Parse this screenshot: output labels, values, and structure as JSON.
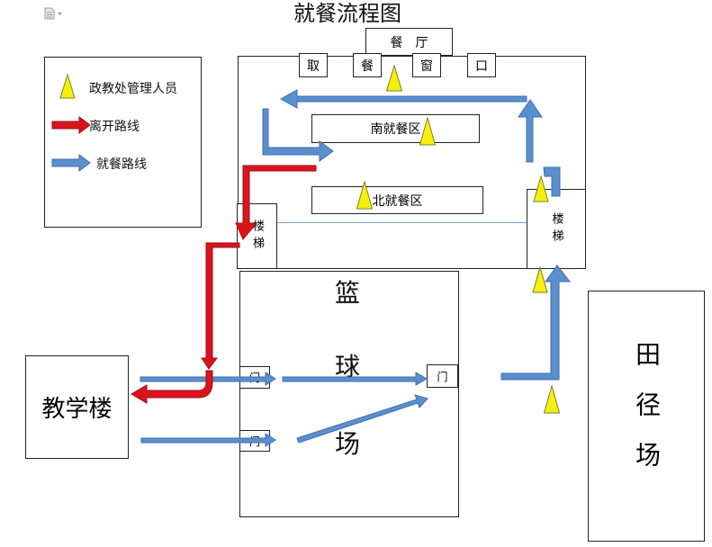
{
  "title": "就餐流程图",
  "legend": {
    "manager_label": "政教处管理人员",
    "leave_label": "离开路线",
    "dine_label": "就餐路线"
  },
  "canteen": {
    "name": "餐　厅",
    "windows": [
      "取",
      "餐",
      "窗",
      "口"
    ],
    "south_area": "南就餐区",
    "north_area": "北就餐区",
    "stairs_left": "楼梯",
    "stairs_right": "楼梯"
  },
  "court": {
    "name_parts": [
      "篮",
      "球",
      "场"
    ],
    "door_left_top": "门",
    "door_left_bottom": "门",
    "door_right": "门"
  },
  "teaching_building": "教学楼",
  "field": "田径场",
  "colors": {
    "dine_blue": "#5B8FCE",
    "dine_blue_edge": "#3E6FAF",
    "leave_red": "#D9141E",
    "leave_red_edge": "#A00E15",
    "marker_yellow": "#F4F20A",
    "marker_edge": "#7E7E35"
  },
  "icons": {
    "doc_icon": "document-icon"
  }
}
